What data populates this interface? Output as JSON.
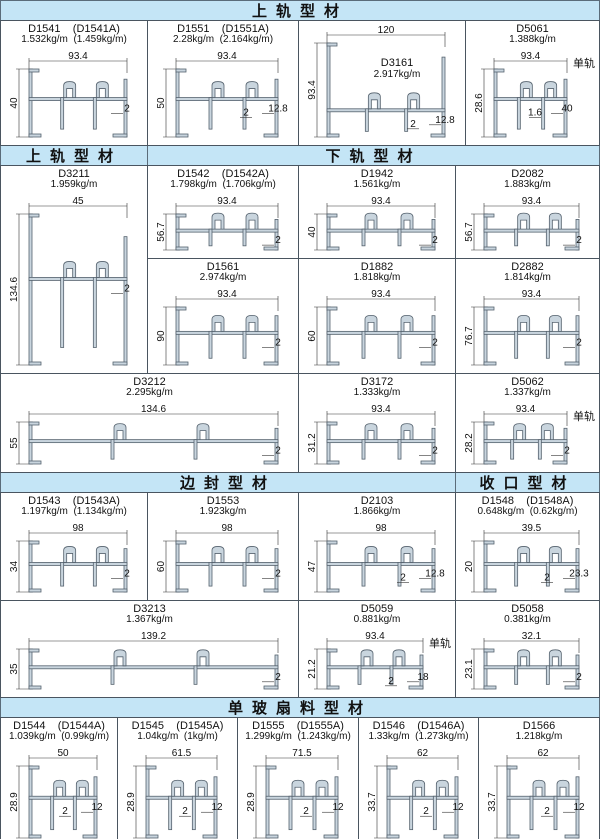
{
  "headers": [
    "上轨型材",
    "上轨型材",
    "下轨型材",
    "边封型材",
    "收口型材",
    "单玻扇料型材"
  ],
  "cells": [
    {
      "code": "D1541",
      "alt": "(D1541A)",
      "weight": "1.532kg/m",
      "alt_weight": "(1.459kg/m)",
      "dims": [
        "93.4",
        "40",
        "2"
      ]
    },
    {
      "code": "D1551",
      "alt": "(D1551A)",
      "weight": "2.28kg/m",
      "alt_weight": "(2.164kg/m)",
      "dims": [
        "93.4",
        "50",
        "12.8",
        "2"
      ]
    },
    {
      "code": "D3161",
      "alt": "",
      "weight": "2.917kg/m",
      "alt_weight": "",
      "dims": [
        "120",
        "93.4",
        "12.8",
        "2"
      ]
    },
    {
      "code": "D5061",
      "alt": "",
      "weight": "1.388kg/m",
      "alt_weight": "",
      "dims": [
        "93.4",
        "28.6",
        "40",
        "1.6"
      ],
      "note": "单轨"
    },
    {
      "code": "D3211",
      "alt": "",
      "weight": "1.959kg/m",
      "alt_weight": "",
      "dims": [
        "45",
        "134.6",
        "2"
      ]
    },
    {
      "code": "D1542",
      "alt": "(D1542A)",
      "weight": "1.798kg/m",
      "alt_weight": "(1.706kg/m)",
      "dims": [
        "93.4",
        "56.7",
        "2"
      ]
    },
    {
      "code": "D1942",
      "alt": "",
      "weight": "1.561kg/m",
      "alt_weight": "",
      "dims": [
        "93.4",
        "40",
        "2"
      ]
    },
    {
      "code": "D2082",
      "alt": "",
      "weight": "1.883kg/m",
      "alt_weight": "",
      "dims": [
        "93.4",
        "56.7",
        "2"
      ]
    },
    {
      "code": "D1561",
      "alt": "",
      "weight": "2.974kg/m",
      "alt_weight": "",
      "dims": [
        "93.4",
        "90",
        "2"
      ]
    },
    {
      "code": "D1882",
      "alt": "",
      "weight": "1.818kg/m",
      "alt_weight": "",
      "dims": [
        "93.4",
        "60",
        "2"
      ]
    },
    {
      "code": "D2882",
      "alt": "",
      "weight": "1.814kg/m",
      "alt_weight": "",
      "dims": [
        "93.4",
        "76.7",
        "2"
      ]
    },
    {
      "code": "D3212",
      "alt": "",
      "weight": "2.295kg/m",
      "alt_weight": "",
      "dims": [
        "134.6",
        "55",
        "2"
      ]
    },
    {
      "code": "D3172",
      "alt": "",
      "weight": "1.333kg/m",
      "alt_weight": "",
      "dims": [
        "93.4",
        "31.2",
        "2"
      ]
    },
    {
      "code": "D5062",
      "alt": "",
      "weight": "1.337kg/m",
      "alt_weight": "",
      "dims": [
        "93.4",
        "28.2",
        "2"
      ],
      "note": "单轨"
    },
    {
      "code": "D1543",
      "alt": "(D1543A)",
      "weight": "1.197kg/m",
      "alt_weight": "(1.134kg/m)",
      "dims": [
        "98",
        "34",
        "2"
      ]
    },
    {
      "code": "D1553",
      "alt": "",
      "weight": "1.923kg/m",
      "alt_weight": "",
      "dims": [
        "98",
        "60",
        "2"
      ]
    },
    {
      "code": "D2103",
      "alt": "",
      "weight": "1.866kg/m",
      "alt_weight": "",
      "dims": [
        "98",
        "47",
        "12.8",
        "2"
      ]
    },
    {
      "code": "D1548",
      "alt": "(D1548A)",
      "weight": "0.648kg/m",
      "alt_weight": "(0.62kg/m)",
      "dims": [
        "39.5",
        "20",
        "23.3",
        "2"
      ]
    },
    {
      "code": "D3213",
      "alt": "",
      "weight": "1.367kg/m",
      "alt_weight": "",
      "dims": [
        "139.2",
        "35",
        "2"
      ]
    },
    {
      "code": "D5059",
      "alt": "",
      "weight": "0.881kg/m",
      "alt_weight": "",
      "dims": [
        "93.4",
        "21.2",
        "18",
        "2"
      ],
      "note": "单轨"
    },
    {
      "code": "D5058",
      "alt": "",
      "weight": "0.381kg/m",
      "alt_weight": "",
      "dims": [
        "32.1",
        "23.1",
        "2"
      ]
    },
    {
      "code": "D1544",
      "alt": "(D1544A)",
      "weight": "1.039kg/m",
      "alt_weight": "(0.99kg/m)",
      "dims": [
        "50",
        "28.9",
        "12",
        "2"
      ]
    },
    {
      "code": "D1545",
      "alt": "(D1545A)",
      "weight": "1.04kg/m",
      "alt_weight": "(1kg/m)",
      "dims": [
        "61.5",
        "28.9",
        "12",
        "2"
      ]
    },
    {
      "code": "D1555",
      "alt": "(D1555A)",
      "weight": "1.299kg/m",
      "alt_weight": "(1.243kg/m)",
      "dims": [
        "71.5",
        "28.9",
        "12",
        "2"
      ]
    },
    {
      "code": "D1546",
      "alt": "(D1546A)",
      "weight": "1.33kg/m",
      "alt_weight": "(1.273kg/m)",
      "dims": [
        "62",
        "33.7",
        "12",
        "2"
      ]
    },
    {
      "code": "D1566",
      "alt": "",
      "weight": "1.218kg/m",
      "alt_weight": "",
      "dims": [
        "62",
        "33.7",
        "12",
        "2"
      ]
    }
  ],
  "colors": {
    "header_bg": "#c4e5f6",
    "profile_fill": "#c9d5de",
    "profile_stroke": "#55626e",
    "grid": "#4a5560"
  }
}
